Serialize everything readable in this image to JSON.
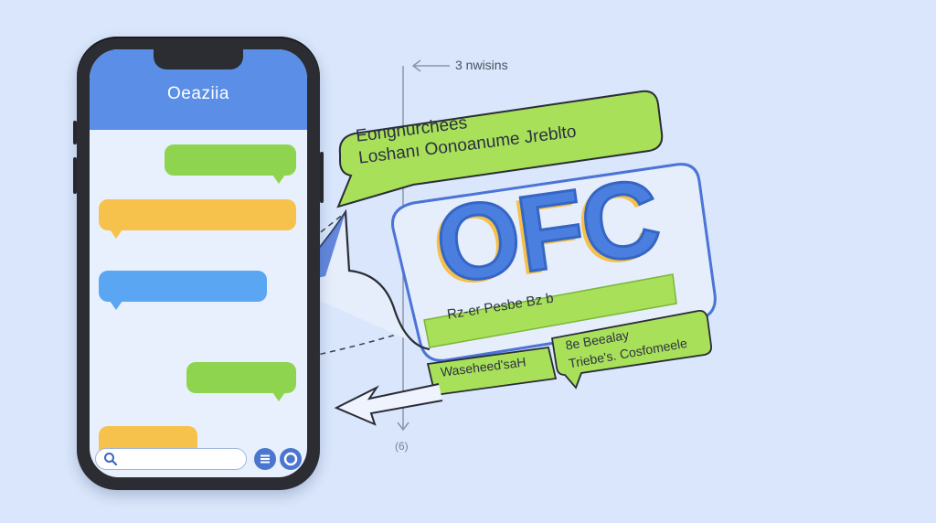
{
  "phone": {
    "app_title": "Oeaziia",
    "colors": {
      "header": "#5b8ee6",
      "screen": "#e9f0fd",
      "green": "#8fd44e",
      "yellow": "#f7c24b",
      "blue": "#5aa6f2"
    },
    "messages": [
      {
        "side": "out",
        "color": "green"
      },
      {
        "side": "in",
        "color": "yellow"
      },
      {
        "side": "in",
        "color": "blue"
      },
      {
        "side": "out",
        "color": "green"
      },
      {
        "side": "in",
        "color": "yellow"
      }
    ],
    "icons": [
      "search-icon",
      "menu-icon",
      "circle-icon"
    ]
  },
  "diagram": {
    "top_annotation": "3  nwisins",
    "bottom_annotation": "(6)",
    "green_callout": {
      "line1": "Eongnurchees",
      "line2": "Loshanı Oonoanume Jreblto"
    },
    "main_card": {
      "big_text": "OFC",
      "strip_text": "Rz-er Pesbe Bz b"
    },
    "left_box": "Waseheed'saH",
    "right_box": {
      "line1": "8e Beealay",
      "line2": "Triebe's. Cosfomeele"
    },
    "colors": {
      "accent_green": "#a8e05a",
      "accent_blue": "#4a7fe0",
      "accent_yellow": "#f6c04a",
      "line": "#2a2d36"
    }
  }
}
